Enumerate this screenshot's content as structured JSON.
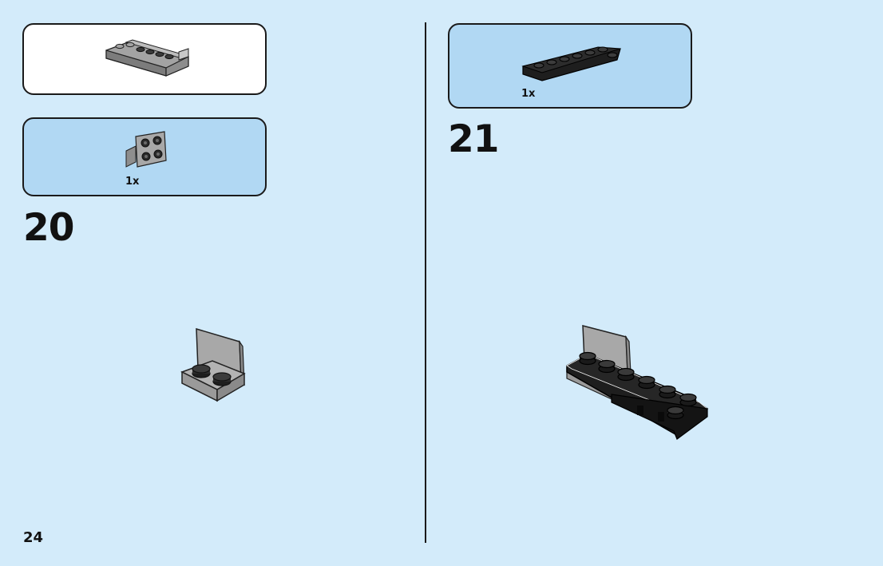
{
  "page": {
    "number": "24"
  },
  "left": {
    "previous_result": {
      "icon": "assembled-model-preview-icon"
    },
    "parts_callout": {
      "quantity": "1x",
      "icon": "gray-2x2-bracket-icon"
    },
    "step_number": "20",
    "model": {
      "icon": "gray-bracket-on-dark-plate-icon"
    }
  },
  "right": {
    "parts_callout": {
      "quantity": "1x",
      "icon": "black-wedge-plate-icon"
    },
    "step_number": "21",
    "model": {
      "icon": "black-wedge-plate-assembly-icon"
    }
  },
  "colors": {
    "page_background": "#d3ebfa",
    "callout_background": "#b1d8f3",
    "brick_gray": "#a3a3a3",
    "brick_black": "#1e1e1e"
  }
}
